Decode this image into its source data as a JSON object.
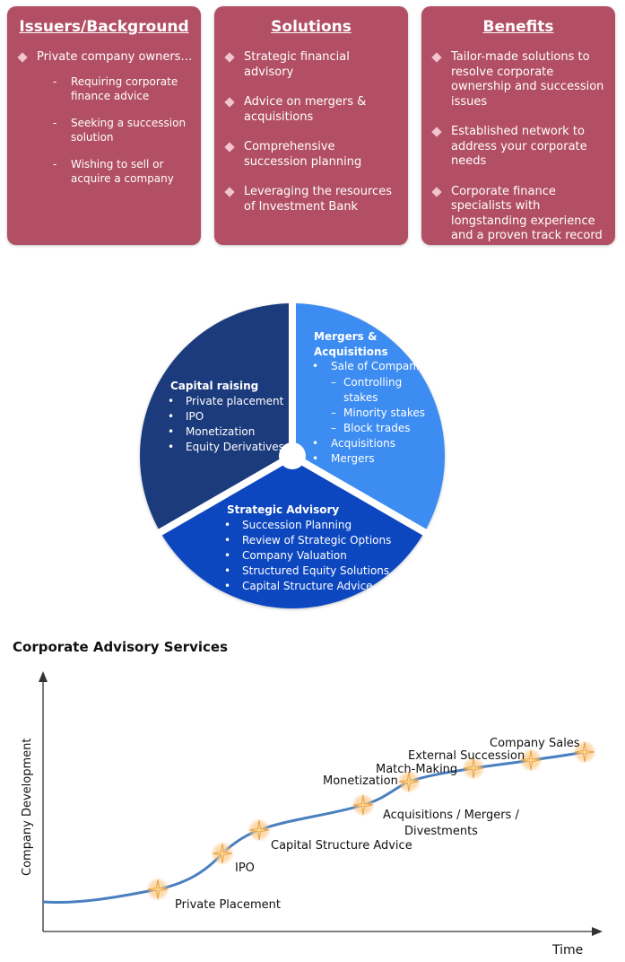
{
  "cards": [
    {
      "title": "Issuers/Background",
      "items": [
        {
          "text": "Private company owners…",
          "sub": [
            "Requiring corporate finance advice",
            "Seeking a succession solution",
            "Wishing to sell or acquire a company"
          ]
        }
      ]
    },
    {
      "title": "Solutions",
      "items": [
        {
          "text": "Strategic financial advisory"
        },
        {
          "text": "Advice on mergers & acquisitions"
        },
        {
          "text": "Comprehensive succession planning"
        },
        {
          "text": "Leveraging the resources of Investment Bank"
        }
      ]
    },
    {
      "title": "Benefits",
      "items": [
        {
          "text": "Tailor-made solutions to resolve corporate ownership and succession issues"
        },
        {
          "text": "Established network to address your corporate needs"
        },
        {
          "text": "Corporate finance specialists with longstanding experience and a proven track record"
        }
      ]
    }
  ],
  "pie": {
    "colors": {
      "capital": "#1b3a7c",
      "mergers": "#3d8cf2",
      "strategic": "#0d47c0"
    },
    "capital": {
      "title": "Capital raising",
      "items": [
        "Private placement",
        "IPO",
        "Monetization",
        "Equity Derivatives"
      ]
    },
    "mergers": {
      "title_line1": "Mergers &",
      "title_line2": "Acquisitions",
      "sale": "Sale of Companies",
      "sub": [
        "Controlling",
        "stakes",
        "Minority stakes",
        "Block trades"
      ],
      "items": [
        "Acquisitions",
        "Mergers"
      ]
    },
    "strategic": {
      "title": "Strategic Advisory",
      "items": [
        "Succession Planning",
        "Review of Strategic Options",
        "Company Valuation",
        "Structured Equity Solutions",
        "Capital Structure Advice"
      ]
    }
  },
  "advisory_chart": {
    "title": "Corporate Advisory Services",
    "ylabel": "Company Development",
    "xlabel": "Time",
    "line_color": "#4a7fc0",
    "milestones": [
      {
        "label": "Private Placement"
      },
      {
        "label": "IPO"
      },
      {
        "label": "Capital Structure Advice"
      },
      {
        "label": "Acquisitions / Mergers /",
        "label2": "Divestments"
      },
      {
        "label": "Monetization"
      },
      {
        "label": "Match-Making"
      },
      {
        "label": "External Succession"
      },
      {
        "label": "Company Sales"
      }
    ]
  }
}
